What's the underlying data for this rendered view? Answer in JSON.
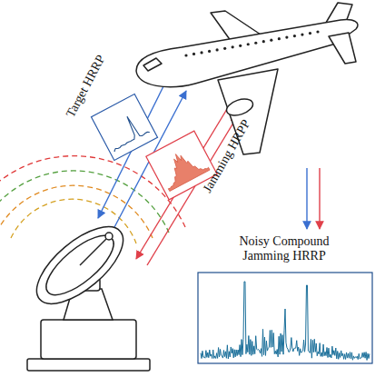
{
  "diagram": {
    "nodes": [
      {
        "text": [
          "Target HRRP"
        ]
      },
      {
        "text": [
          "Jamming HRPP"
        ]
      },
      {
        "text": [
          "Noisy Compound Jamming HRRP"
        ]
      }
    ]
  }
}
